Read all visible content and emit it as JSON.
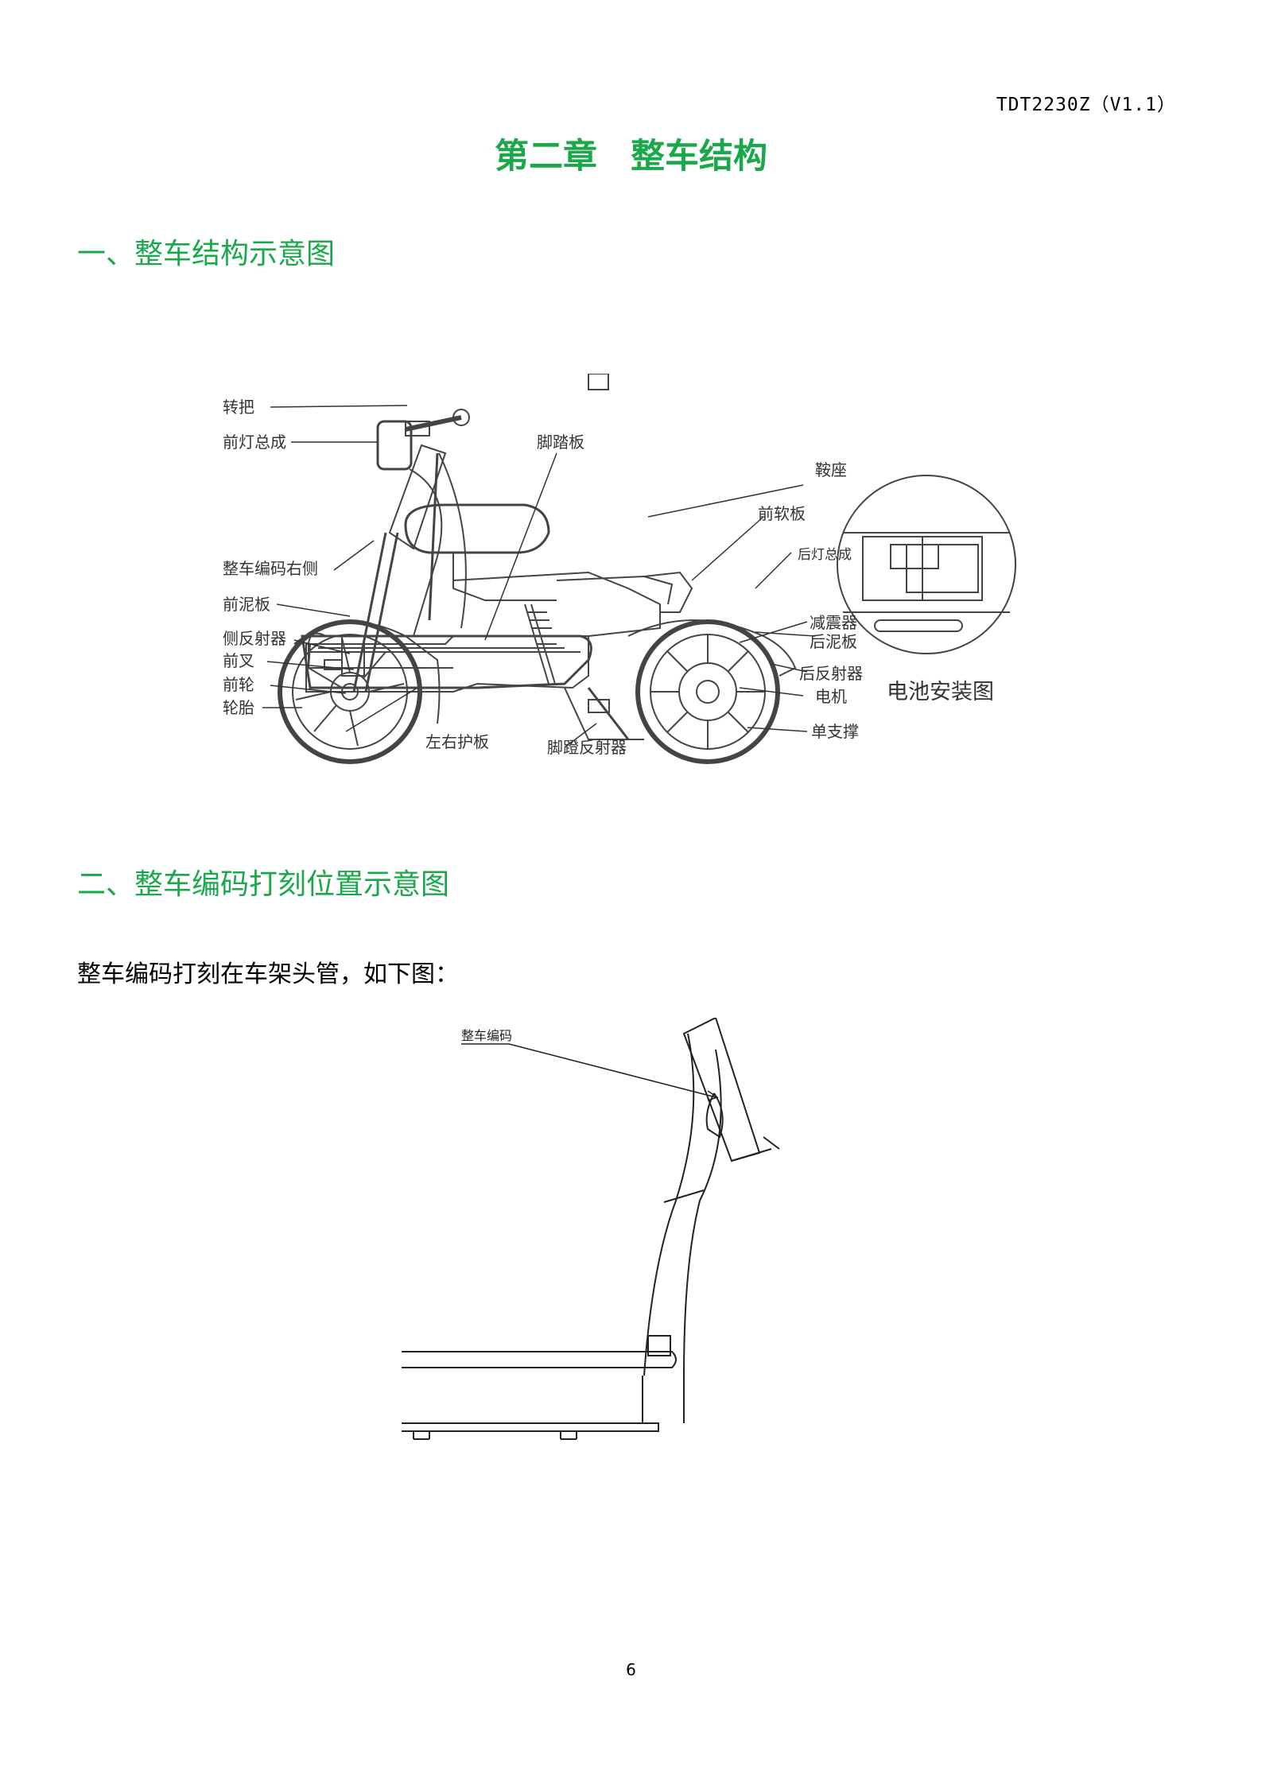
{
  "header": {
    "doc_code": "TDT2230Z（V1.1）"
  },
  "chapter": {
    "number": "第二章",
    "title": "整车结构"
  },
  "sections": [
    {
      "title": "一、整车结构示意图"
    },
    {
      "title": "二、整车编码打刻位置示意图"
    }
  ],
  "body_text": "整车编码打刻在车架头管，如下图：",
  "figure1": {
    "labels": {
      "handlebar": "转把",
      "headlight": "前灯总成",
      "frame_code_right": "整车编码右侧",
      "front_fender": "前泥板",
      "side_reflector": "侧反射器",
      "front_fork": "前叉",
      "front_wheel": "前轮",
      "tire": "轮胎",
      "footboard": "脚踏板",
      "saddle": "鞍座",
      "front_soft_panel": "前软板",
      "taillight": "后灯总成",
      "shock_absorber": "减震器",
      "rear_fender": "后泥板",
      "rear_reflector": "后反射器",
      "motor": "电机",
      "kickstand": "单支撑",
      "side_guard": "左右护板",
      "pedal_reflector": "脚蹬反射器",
      "battery_install": "电池安装图"
    }
  },
  "figure2": {
    "labels": {
      "frame_code": "整车编码"
    }
  },
  "page_number": "6"
}
